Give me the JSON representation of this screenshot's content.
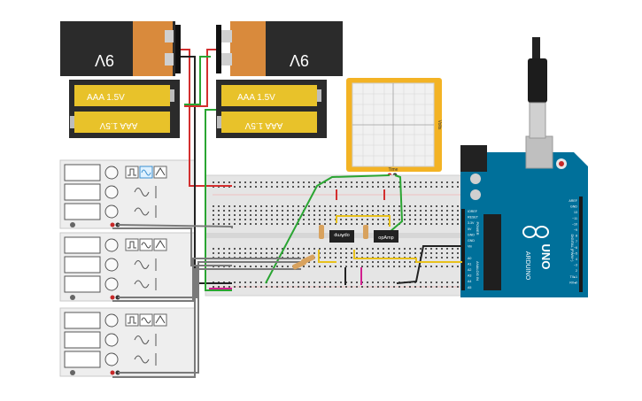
{
  "batteries_9v": [
    {
      "label": "9V",
      "orientation": "flipped"
    },
    {
      "label": "9V",
      "orientation": "flipped"
    }
  ],
  "aaa_packs": [
    {
      "cells": [
        "AAA 1.5V",
        "AAA 1.5V"
      ]
    },
    {
      "cells": [
        "AAA 1.5V",
        "AAA 1.5V"
      ]
    }
  ],
  "oscilloscope": {
    "label": "Time",
    "side_label": "Volts"
  },
  "function_generators": [
    {
      "waveforms": [
        "square-wave-icon",
        "sine-wave-icon",
        "triangle-wave-icon"
      ]
    },
    {
      "waveforms": [
        "square-wave-icon",
        "sine-wave-icon",
        "triangle-wave-icon"
      ]
    },
    {
      "waveforms": [
        "square-wave-icon",
        "sine-wave-icon",
        "triangle-wave-icon"
      ]
    }
  ],
  "opamps": [
    {
      "label": "opAmp"
    },
    {
      "label": "opAmp"
    }
  ],
  "arduino": {
    "brand": "ARDUINO",
    "model": "UNO",
    "left_pins": [
      "IOREF",
      "RESET",
      "3.3V",
      "5V",
      "GND",
      "GND",
      "Vin",
      "",
      "A0",
      "A1",
      "A2",
      "A3",
      "A4",
      "A5"
    ],
    "right_pins": [
      "AREF",
      "GND",
      "13",
      "~11",
      "~10",
      "~9",
      "8",
      "7",
      "~6",
      "~5",
      "4",
      "~3",
      "2",
      "TX▸1",
      "RX◂0"
    ],
    "power_label": "POWER",
    "analog_label": "ANALOG IN",
    "digital_label": "DIGITAL (PWM~)"
  },
  "colors": {
    "battery_body": "#2b2b2b",
    "battery_cap": "#d98a3c",
    "aaa_yellow": "#e8c22a",
    "scope_frame": "#f3b324",
    "arduino_blue": "#00709a",
    "breadboard": "#e5e5e5",
    "wire_red": "#d32f2f",
    "wire_green": "#2aa532",
    "wire_black": "#222222",
    "wire_gray": "#7a7a7a",
    "wire_yellow": "#e8c11c",
    "wire_magenta": "#d11f8f"
  }
}
